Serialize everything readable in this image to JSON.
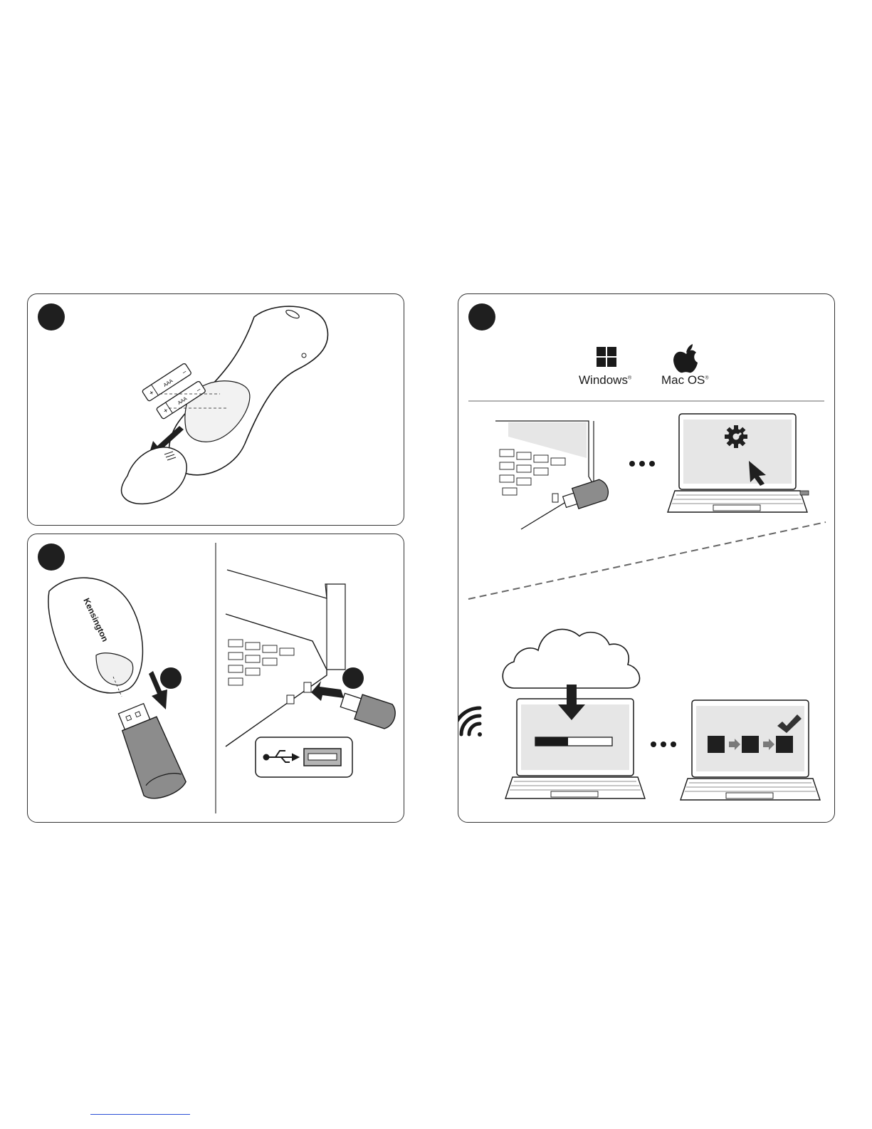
{
  "os": {
    "windows": {
      "name": "Windows",
      "reg": "®",
      "icon": "windows-logo-icon"
    },
    "mac": {
      "name": "Mac OS",
      "reg": "®",
      "icon": "apple-logo-icon"
    }
  },
  "battery_labels": {
    "type_a": "AAA",
    "type_b": "AAA",
    "plus": "+",
    "minus": "–"
  },
  "brand_text": "Kensington",
  "colors": {
    "stroke": "#1a1a1a",
    "screen": "#e6e6e6",
    "dongle_gray": "#8c8c8c",
    "dark": "#1f1f1f"
  }
}
